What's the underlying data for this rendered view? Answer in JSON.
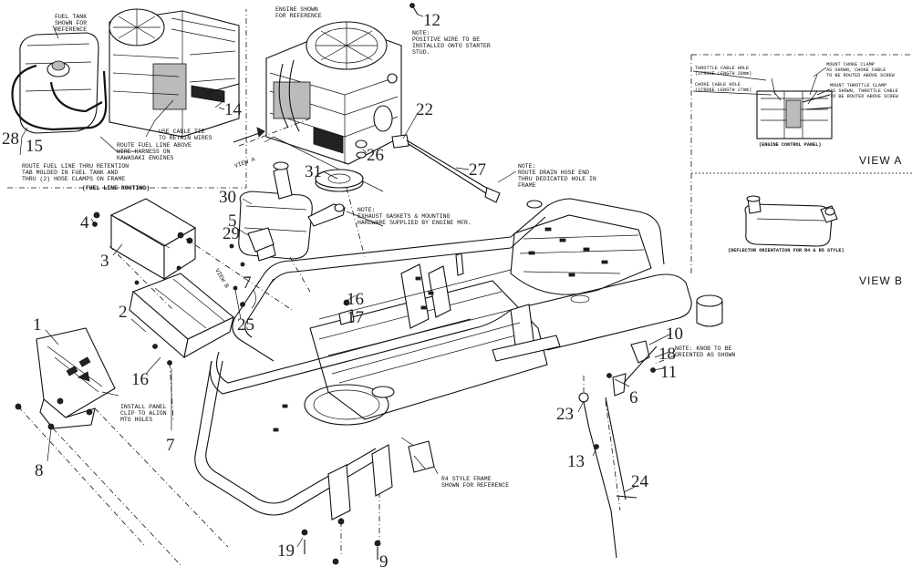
{
  "callouts": {
    "n1": "1",
    "n2": "2",
    "n3": "3",
    "n4": "4",
    "n5": "5",
    "n6": "6",
    "n7a": "7",
    "n7b": "7",
    "n8": "8",
    "n9": "9",
    "n10": "10",
    "n11": "11",
    "n12": "12",
    "n13": "13",
    "n14": "14",
    "n15": "15",
    "n16a": "16",
    "n16b": "16",
    "n17": "17",
    "n18": "18",
    "n19": "19",
    "n22": "22",
    "n23": "23",
    "n24": "24",
    "n25": "25",
    "n26": "26",
    "n27": "27",
    "n28": "28",
    "n29": "29",
    "n30": "30",
    "n31": "31"
  },
  "notes": {
    "fuel_tank": [
      "FUEL TANK",
      "SHOWN FOR",
      "REFERENCE"
    ],
    "cable_tie": [
      "USE CABLE TIE",
      "TO RETAIN WIRES"
    ],
    "route_above": [
      "ROUTE FUEL LINE ABOVE",
      "WIRE HARNESS ON",
      "KAWASAKI ENGINES"
    ],
    "route_thru": [
      "ROUTE FUEL LINE THRU RETENTION",
      "TAB MOLDED IN FUEL TANK AND",
      "THRU (2) HOSE CLAMPS ON FRAME"
    ],
    "fuel_routing": "(FUEL LINE ROUTING)",
    "engine_shown": [
      "ENGINE SHOWN",
      "FOR REFERENCE"
    ],
    "positive_wire": [
      "NOTE:",
      "POSITIVE WIRE TO BE",
      "INSTALLED ONTO STARTER",
      "STUD."
    ],
    "drain_hose": [
      "NOTE:",
      "ROUTE DRAIN HOSE END",
      "THRU DEDICATED HOLE IN",
      "FRAME"
    ],
    "exhaust": [
      "NOTE:",
      "EXHAUST GASKETS & MOUNTING",
      "HARDWARE SUPPLIED BY ENGINE MFR."
    ],
    "knob": [
      "NOTE: KNOB TO BE",
      "ORIENTED AS SHOWN"
    ],
    "install_panel": [
      "INSTALL PANEL",
      "CLIP TO ALIGN",
      "MTG HOLES"
    ],
    "r4_frame": [
      "R4 STYLE FRAME",
      "SHOWN FOR REFERENCE"
    ],
    "throttle_hole": [
      "THROTTLE CABLE HOLE",
      "(STROKE LENGTH 28mm)"
    ],
    "choke_hole": [
      "CHOKE CABLE HOLE",
      "(STROKE LENGTH 27mm)"
    ],
    "mount_choke": [
      "MOUNT CHOKE CLAMP",
      "AS SHOWN, CHOKE CABLE",
      "TO BE ROUTED ABOVE SCREW"
    ],
    "mount_throttle": [
      "MOUNT THROTTLE CLAMP",
      "AS SHOWN, THROTTLE CABLE",
      "TO BE ROUTED ABOVE SCREW"
    ],
    "engine_control_panel": "(ENGINE CONTROL PANEL)",
    "deflector": "(DEFLECTOR ORIENTATION FOR R4 & R5 STYLE)",
    "view_a_small": "VIEW A",
    "view_b_small": "VIEW B"
  },
  "views": {
    "view_a": "VIEW A",
    "view_b": "VIEW B"
  }
}
